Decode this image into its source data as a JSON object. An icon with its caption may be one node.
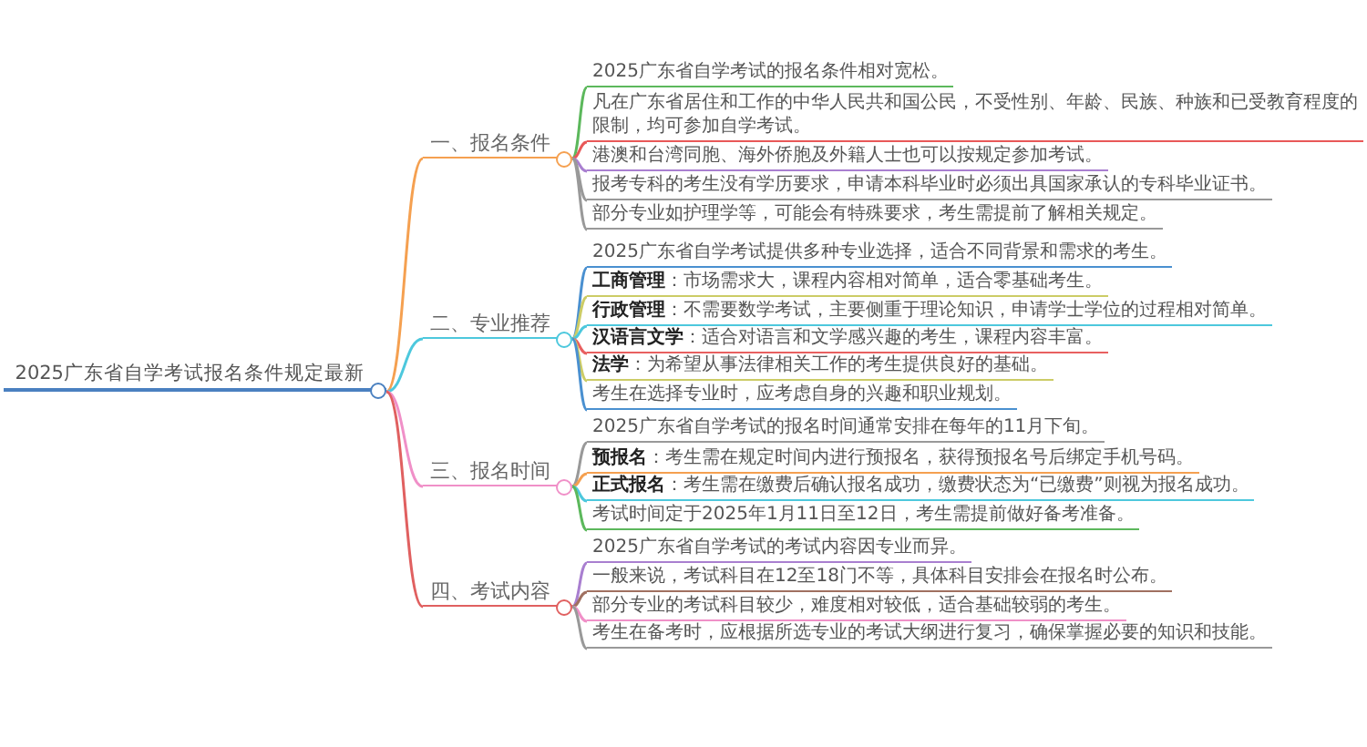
{
  "diagram": {
    "nodes": [
      {
        "text": [
          "2025广东省自学考试报名条件规定最新"
        ]
      },
      {
        "text": [
          "一、报名条件"
        ]
      },
      {
        "text": [
          "二、专业推荐"
        ]
      },
      {
        "text": [
          "三、报名时间"
        ]
      },
      {
        "text": [
          "四、考试内容"
        ]
      },
      {
        "text": [
          "2025广东省自学考试的报名条件相对宽松。"
        ]
      },
      {
        "text": [
          "凡在广东省居住和工作的中华人民共和国公民，不受性别、年龄、民族、种族和已受教育程度的限制，均可参加自学考试。"
        ]
      },
      {
        "text": [
          "港澳和台湾同胞、海外侨胞及外籍人士也可以按规定参加考试。"
        ]
      },
      {
        "text": [
          "报考专科的考生没有学历要求，申请本科毕业时必须出具国家承认的专科毕业证书。"
        ]
      },
      {
        "text": [
          "部分专业如护理学等，可能会有特殊要求，考生需提前了解相关规定。"
        ]
      },
      {
        "text": [
          "2025广东省自学考试提供多种专业选择，适合不同背景和需求的考生。"
        ]
      },
      {
        "text": [
          "**工商管理**：市场需求大，课程内容相对简单，适合零基础考生。"
        ]
      },
      {
        "text": [
          "**行政管理**：不需要数学考试，主要侧重于理论知识，申请学士学位的过程相对简单。"
        ]
      },
      {
        "text": [
          "**汉语言文学**：适合对语言和文学感兴趣的考生，课程内容丰富。"
        ]
      },
      {
        "text": [
          "**法学**：为希望从事法律相关工作的考生提供良好的基础。"
        ]
      },
      {
        "text": [
          "考生在选择专业时，应考虑自身的兴趣和职业规划。"
        ]
      },
      {
        "text": [
          "2025广东省自学考试的报名时间通常安排在每年的11月下旬。"
        ]
      },
      {
        "text": [
          "**预报名**：考生需在规定时间内进行预报名，获得预报名号后绑定手机号码。"
        ]
      },
      {
        "text": [
          "**正式报名**：考生需在缴费后确认报名成功，缴费状态为“已缴费”则视为报名成功。"
        ]
      },
      {
        "text": [
          "考试时间定于2025年1月11日至12日，考生需提前做好备考准备。"
        ]
      },
      {
        "text": [
          "2025广东省自学考试的考试内容因专业而异。"
        ]
      },
      {
        "text": [
          "一般来说，考试科目在12至18门不等，具体科目安排会在报名时公布。"
        ]
      },
      {
        "text": [
          "部分专业的考试科目较少，难度相对较低，适合基础较弱的考生。"
        ]
      },
      {
        "text": [
          "考生在备考时，应根据所选专业的考试大纲进行复习，确保掌握必要的知识和技能。"
        ]
      }
    ],
    "edges": [
      {
        "from": 0,
        "to": 1,
        "arrow": "none",
        "color": "#f5a050"
      },
      {
        "from": 0,
        "to": 2,
        "arrow": "none",
        "color": "#4dc8dd"
      },
      {
        "from": 0,
        "to": 3,
        "arrow": "none",
        "color": "#f090c8"
      },
      {
        "from": 0,
        "to": 4,
        "arrow": "none",
        "color": "#e06060"
      },
      {
        "from": 1,
        "to": 5,
        "arrow": "none",
        "color": "#5cb85c"
      },
      {
        "from": 1,
        "to": 6,
        "arrow": "none",
        "color": "#e85858"
      },
      {
        "from": 1,
        "to": 7,
        "arrow": "none",
        "color": "#a97fd0"
      },
      {
        "from": 1,
        "to": 8,
        "arrow": "none",
        "color": "#999999"
      },
      {
        "from": 1,
        "to": 9,
        "arrow": "none",
        "color": "#999999"
      },
      {
        "from": 2,
        "to": 10,
        "arrow": "none",
        "color": "#4a90d0"
      },
      {
        "from": 2,
        "to": 11,
        "arrow": "none",
        "color": "#cccc66"
      },
      {
        "from": 2,
        "to": 12,
        "arrow": "none",
        "color": "#4dc8dd"
      },
      {
        "from": 2,
        "to": 13,
        "arrow": "none",
        "color": "#e86060"
      },
      {
        "from": 2,
        "to": 14,
        "arrow": "none",
        "color": "#cccc66"
      },
      {
        "from": 2,
        "to": 15,
        "arrow": "none",
        "color": "#4a90d0"
      },
      {
        "from": 3,
        "to": 16,
        "arrow": "none",
        "color": "#999999"
      },
      {
        "from": 3,
        "to": 17,
        "arrow": "none",
        "color": "#f5a050"
      },
      {
        "from": 3,
        "to": 18,
        "arrow": "none",
        "color": "#4dc8dd"
      },
      {
        "from": 3,
        "to": 19,
        "arrow": "none",
        "color": "#5cb85c"
      },
      {
        "from": 4,
        "to": 20,
        "arrow": "none",
        "color": "#a97fd0"
      },
      {
        "from": 4,
        "to": 21,
        "arrow": "none",
        "color": "#a07060"
      },
      {
        "from": 4,
        "to": 22,
        "arrow": "none",
        "color": "#f090c8"
      },
      {
        "from": 4,
        "to": 23,
        "arrow": "none",
        "color": "#999999"
      }
    ]
  }
}
